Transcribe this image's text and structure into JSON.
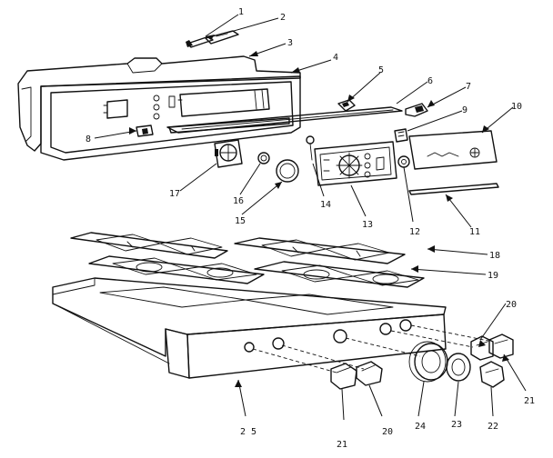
{
  "diagram": {
    "callouts": [
      {
        "id": "1",
        "label": "1"
      },
      {
        "id": "2",
        "label": "2"
      },
      {
        "id": "3",
        "label": "3"
      },
      {
        "id": "4",
        "label": "4"
      },
      {
        "id": "5",
        "label": "5"
      },
      {
        "id": "6",
        "label": "6"
      },
      {
        "id": "7",
        "label": "7"
      },
      {
        "id": "8",
        "label": "8"
      },
      {
        "id": "9",
        "label": "9"
      },
      {
        "id": "10",
        "label": "10"
      },
      {
        "id": "11",
        "label": "11"
      },
      {
        "id": "12",
        "label": "12"
      },
      {
        "id": "13",
        "label": "13"
      },
      {
        "id": "14",
        "label": "14"
      },
      {
        "id": "15",
        "label": "15"
      },
      {
        "id": "16",
        "label": "16"
      },
      {
        "id": "17",
        "label": "17"
      },
      {
        "id": "18",
        "label": "18"
      },
      {
        "id": "19",
        "label": "19"
      },
      {
        "id": "20a",
        "label": "20"
      },
      {
        "id": "20b",
        "label": "20"
      },
      {
        "id": "21a",
        "label": "21"
      },
      {
        "id": "21b",
        "label": "21"
      },
      {
        "id": "22",
        "label": "22"
      },
      {
        "id": "23",
        "label": "23"
      },
      {
        "id": "24",
        "label": "24"
      },
      {
        "id": "25",
        "label": "2 5"
      }
    ]
  }
}
